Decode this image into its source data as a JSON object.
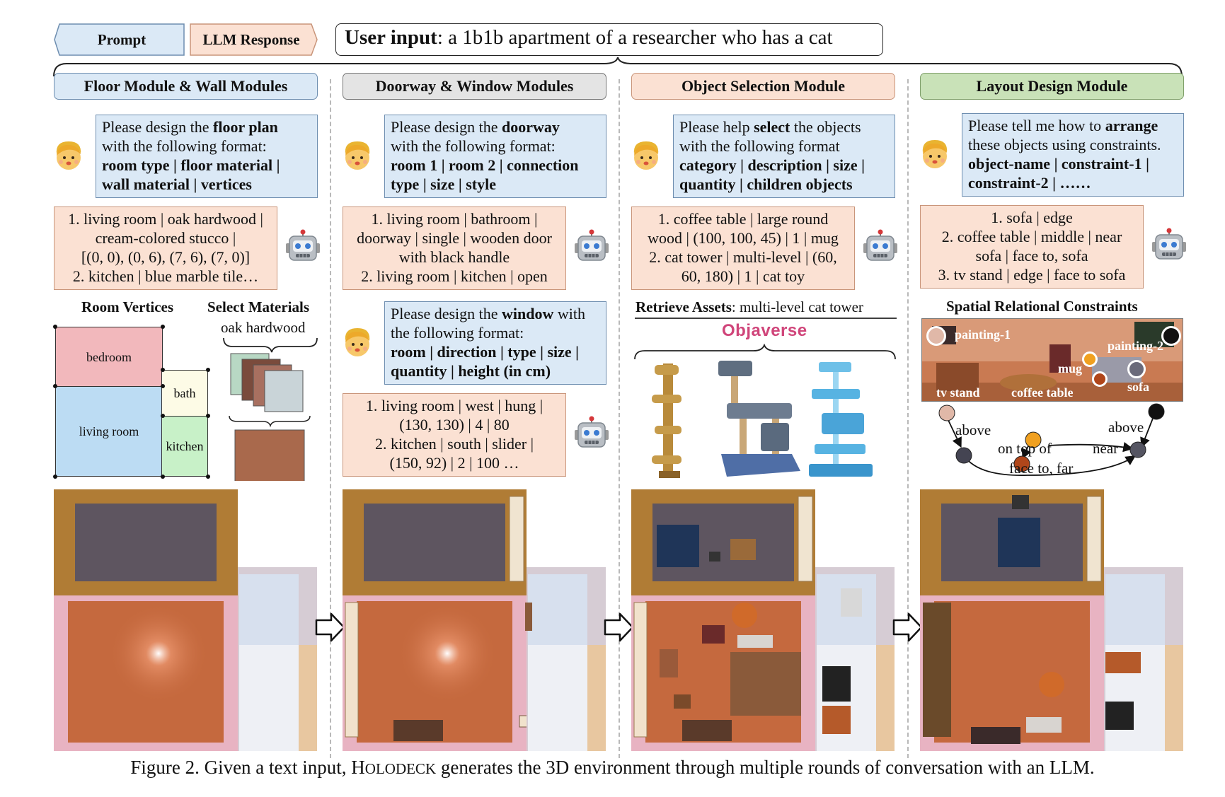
{
  "legend": {
    "prompt": "Prompt",
    "response": "LLM Response"
  },
  "user_input": {
    "label": "User input",
    "text": ": a 1b1b apartment of a researcher who has a cat"
  },
  "modules": [
    {
      "title": "Floor Module & Wall Modules",
      "color": "#dbe9f6"
    },
    {
      "title": "Doorway & Window Modules",
      "color": "#e4e4e4"
    },
    {
      "title": "Object Selection Module",
      "color": "#fbe1d3"
    },
    {
      "title": "Layout Design Module",
      "color": "#c9e2b8"
    }
  ],
  "col1": {
    "prompt": {
      "a": "Please design the ",
      "b": "floor plan",
      "c": "with the following format:",
      "d": "room type | floor material |",
      "e": "wall material | vertices"
    },
    "response": [
      "1. living room | oak hardwood |",
      "cream-colored stucco |",
      "[(0, 0), (0, 6), (7, 6), (7, 0)]",
      "2. kitchen | blue marble tile…"
    ],
    "room_vertices_label": "Room Vertices",
    "select_materials_label": "Select Materials",
    "material_name": "oak hardwood",
    "rooms": {
      "bedroom": "bedroom",
      "bath": "bath",
      "living": "living room",
      "kitchen": "kitchen"
    }
  },
  "col2": {
    "prompt_door": {
      "a": "Please design the ",
      "b": "doorway",
      "c": "with the following format:",
      "d": "room 1 | room 2 | connection",
      "e": "type | size | style"
    },
    "response_door": [
      "1. living room | bathroom |",
      "doorway | single | wooden door",
      "with black handle",
      "2. living room | kitchen | open"
    ],
    "prompt_window": {
      "a": "Please design the ",
      "b": "window",
      "b2": " with",
      "c": "the following format:",
      "d": "room | direction | type | size |",
      "e": "quantity | height (in cm)"
    },
    "response_window": [
      "1. living room | west | hung |",
      "(130, 130) | 4 | 80",
      "2. kitchen | south | slider |",
      "(150, 92) | 2 | 100 …"
    ]
  },
  "col3": {
    "prompt": {
      "a": "Please help ",
      "b": "select",
      "b2": " the objects",
      "c": "with the following format",
      "d": "category | description | size |",
      "e": "quantity | children objects"
    },
    "response": [
      "1. coffee table | large round",
      "wood | (100, 100, 45) | 1 | mug",
      "2. cat tower | multi-level | (60,",
      "60, 180) | 1 | cat toy"
    ],
    "retrieve_label": "Retrieve Assets",
    "retrieve_text": ": multi-level cat tower",
    "objaverse": "Objaverse"
  },
  "col4": {
    "prompt": {
      "a": "Please tell me how to ",
      "b": "arrange",
      "c": "these objects using constraints.",
      "d": "object-name | constraint-1 |",
      "e": "constraint-2 | ……"
    },
    "response": [
      "1. sofa | edge",
      "2. coffee table | middle | near",
      "sofa | face to, sofa",
      "3. tv stand | edge | face to sofa"
    ],
    "spatial_label": "Spatial Relational Constraints",
    "scene_labels": {
      "painting1": "painting-1",
      "painting2": "painting-2",
      "mug": "mug",
      "tvstand": "tv stand",
      "coffeetable": "coffee table",
      "sofa": "sofa"
    },
    "graph": {
      "above1": "above",
      "above2": "above",
      "ontop": "on top of",
      "near": "near",
      "faceto": "face to, far"
    }
  },
  "caption": {
    "prefix": "Figure 2. Given a text input, ",
    "name_h": "H",
    "name_rest": "OLODECK",
    "suffix": " generates the 3D environment through multiple rounds of conversation with an LLM."
  }
}
